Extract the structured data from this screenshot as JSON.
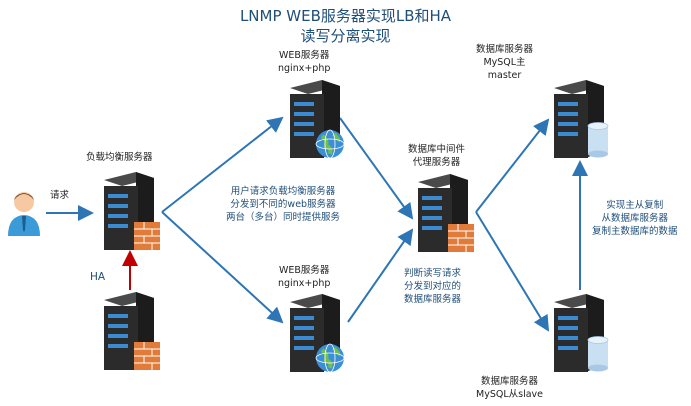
{
  "title": {
    "line1": "LNMP WEB服务器实现LB和HA",
    "line2": "读写分离实现"
  },
  "nodes": {
    "lb": {
      "label": "负载均衡服务器"
    },
    "user": {
      "label": "请求"
    },
    "ha": {
      "label": "HA"
    },
    "web1": {
      "line1": "WEB服务器",
      "line2": "nginx+php"
    },
    "web2": {
      "line1": "WEB服务器",
      "line2": "nginx+php"
    },
    "middleware": {
      "line1": "数据库中间件",
      "line2": "代理服务器"
    },
    "master": {
      "line1": "数据库服务器",
      "line2": "MySQL主",
      "line3": "master"
    },
    "slave": {
      "line1": "数据库服务器",
      "line2": "MySQL从slave"
    }
  },
  "notes": {
    "lb_note": {
      "line1": "用户请求负载均衡服务器",
      "line2": "分发到不同的web服务器",
      "line3": "两台（多台）同时提供服务"
    },
    "rw_note": {
      "line1": "判断读写请求",
      "line2": "分发到对应的",
      "line3": "数据库服务器"
    },
    "repl_note": {
      "line1": "实现主从复制",
      "line2": "从数据库服务器",
      "line3": "复制主数据库的数据"
    }
  },
  "colors": {
    "arrow": "#2e75b6",
    "ha_arrow": "#c00000",
    "text": "#1f4e79"
  },
  "icons": {
    "server": "server-tower-icon",
    "firewall": "firewall-icon",
    "globe": "globe-icon",
    "database": "database-icon",
    "user": "user-icon"
  }
}
